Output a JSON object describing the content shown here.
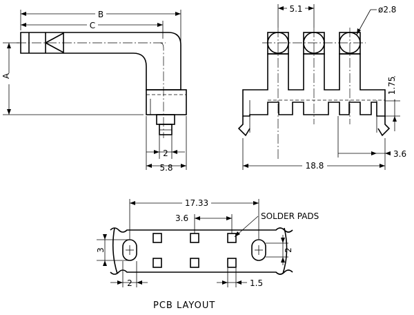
{
  "dimensions": {
    "side_b": "B",
    "side_c": "C",
    "side_a": "A",
    "side_2": "2",
    "side_5_8": "5.8",
    "front_5_1": "5.1",
    "front_dia": "ø2.8",
    "front_1_75": "1.75",
    "front_18_8": "18.8",
    "front_3_6": "3.6",
    "pcb_17_33": "17.33",
    "pcb_3_6": "3.6",
    "pcb_solder_pads": "SOLDER PADS",
    "pcb_3": "3",
    "pcb_2_right": "2",
    "pcb_2_bottom": "2",
    "pcb_1_5": "1.5"
  },
  "captions": {
    "pcb_layout": "PCB LAYOUT"
  }
}
